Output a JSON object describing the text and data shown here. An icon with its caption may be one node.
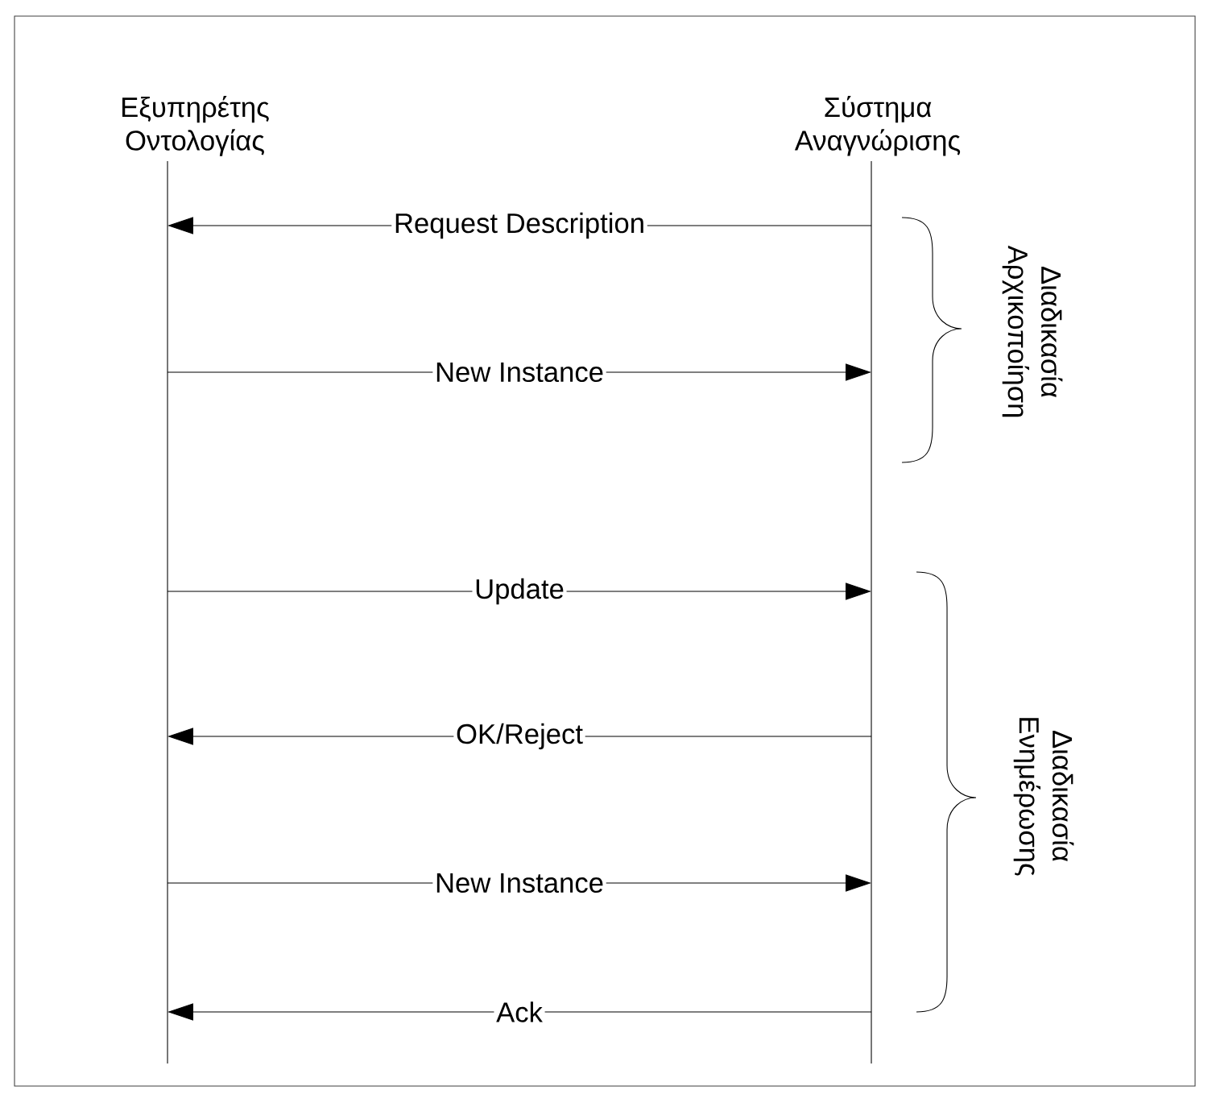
{
  "diagram": {
    "nodes": [
      {
        "text": [
          "Εξυπηρέτης Οντολογίας"
        ]
      },
      {
        "text": [
          "Σύστημα Αναγνώρισης"
        ]
      }
    ],
    "edges": [
      {
        "from": 1,
        "to": 0,
        "arrow": "to",
        "label": "Request Description"
      },
      {
        "from": 0,
        "to": 1,
        "arrow": "to",
        "label": "New Instance"
      },
      {
        "from": 0,
        "to": 1,
        "arrow": "to",
        "label": "Update"
      },
      {
        "from": 1,
        "to": 0,
        "arrow": "to",
        "label": "OK/Reject"
      },
      {
        "from": 0,
        "to": 1,
        "arrow": "to",
        "label": "New Instance"
      },
      {
        "from": 1,
        "to": 0,
        "arrow": "to",
        "label": "Ack"
      }
    ],
    "labels": [
      "Διαδικασία Αρχικοποίηση",
      "Διαδικασία Ενημέρωσης"
    ]
  }
}
